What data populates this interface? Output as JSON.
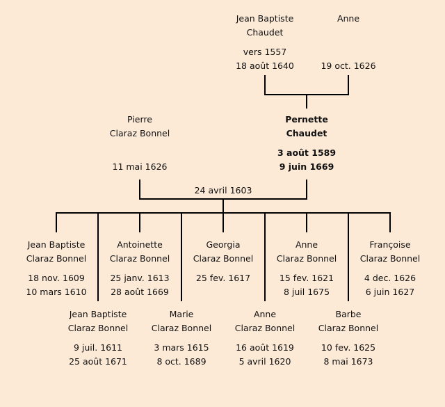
{
  "grandparents": {
    "father": {
      "first": "Jean Baptiste",
      "last": "Chaudet",
      "birth": "vers 1557",
      "death": "18 août 1640"
    },
    "mother": {
      "first": "Anne",
      "death": "19 oct. 1626"
    }
  },
  "parents": {
    "father": {
      "first": "Pierre",
      "last": "Claraz Bonnel",
      "death": "11 mai 1626"
    },
    "mother": {
      "first": "Pernette",
      "last": "Chaudet",
      "birth": "3 août 1589",
      "death": "9 juin 1669"
    },
    "marriage": "24 avril 1603"
  },
  "children": [
    {
      "first": "Jean Baptiste",
      "last": "Claraz Bonnel",
      "birth": "18 nov. 1609",
      "death": "10 mars 1610"
    },
    {
      "first": "Jean Baptiste",
      "last": "Claraz Bonnel",
      "birth": "9 juil. 1611",
      "death": "25 août 1671"
    },
    {
      "first": "Antoinette",
      "last": "Claraz Bonnel",
      "birth": "25 janv. 1613",
      "death": "28 août 1669"
    },
    {
      "first": "Marie",
      "last": "Claraz Bonnel",
      "birth": "3 mars 1615",
      "death": "8 oct. 1689"
    },
    {
      "first": "Georgia",
      "last": "Claraz Bonnel",
      "birth": "25 fev. 1617"
    },
    {
      "first": "Anne",
      "last": "Claraz Bonnel",
      "birth": "16 août 1619",
      "death": "5 avril 1620"
    },
    {
      "first": "Anne",
      "last": "Claraz Bonnel",
      "birth": "15 fev. 1621",
      "death": "8 juil 1675"
    },
    {
      "first": "Barbe",
      "last": "Claraz Bonnel",
      "birth": "10 fev. 1625",
      "death": "8 mai 1673"
    },
    {
      "first": "Françoise",
      "last": "Claraz Bonnel",
      "birth": "4 dec. 1626",
      "death": "6 juin 1627"
    }
  ]
}
